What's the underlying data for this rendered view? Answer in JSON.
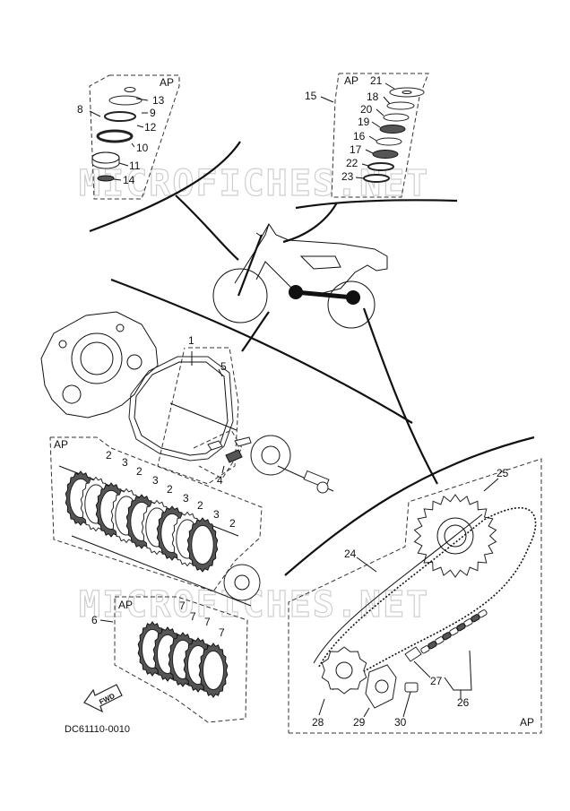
{
  "diagram": {
    "code": "DC61110-0010",
    "fwd_label": "FWD",
    "watermark": "MICROFICHES.NET",
    "ap_label": "AP",
    "callouts": {
      "c1": "1",
      "c2": "2",
      "c3": "3",
      "c4": "4",
      "c5": "5",
      "c6": "6",
      "c7": "7",
      "c8": "8",
      "c9": "9",
      "c10": "10",
      "c11": "11",
      "c12": "12",
      "c13": "13",
      "c14": "14",
      "c15": "15",
      "c16": "16",
      "c17": "17",
      "c18": "18",
      "c19": "19",
      "c20": "20",
      "c21": "21",
      "c22": "22",
      "c23": "23",
      "c24": "24",
      "c25": "25",
      "c26": "26",
      "c27": "27",
      "c28": "28",
      "c29": "29",
      "c30": "30"
    }
  }
}
